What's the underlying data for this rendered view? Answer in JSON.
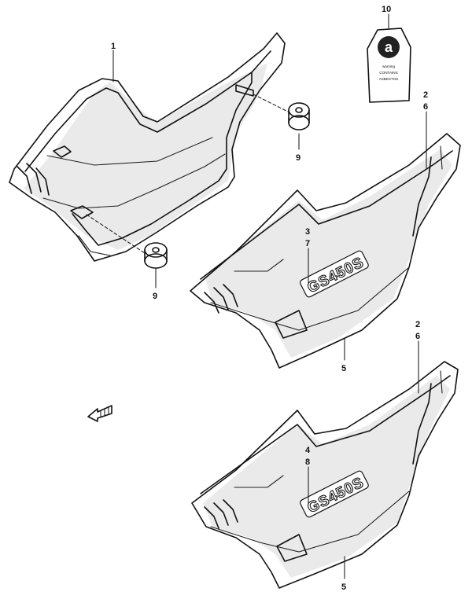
{
  "callouts": {
    "c1": "1",
    "c2a": "2",
    "c6a": "6",
    "c3": "3",
    "c7": "7",
    "c5a": "5",
    "c9a": "9",
    "c9b": "9",
    "c10": "10",
    "c2b": "2",
    "c6b": "6",
    "c4": "4",
    "c8": "8",
    "c5b": "5"
  },
  "label_plate": {
    "letter": "a",
    "line1": "warning",
    "line2": "CONTAINS",
    "line3": "ASBESTOS"
  },
  "emblem": {
    "upper": "GS450S",
    "lower": "GS450S"
  }
}
